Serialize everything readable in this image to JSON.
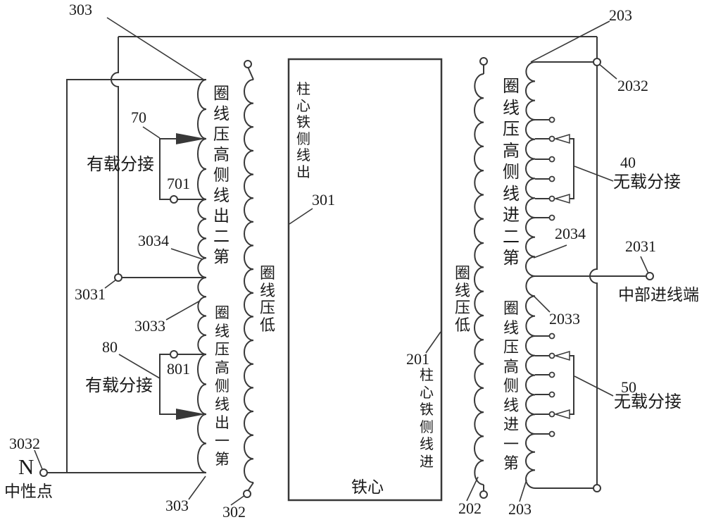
{
  "colors": {
    "line": "#383838",
    "text": "#1a1a1a",
    "background": "#ffffff"
  },
  "left_winding": {
    "ref_top": "303",
    "ref_bottom": "303",
    "second_coil_name": "第二出线侧高压线圈",
    "first_coil_name": "第一出线侧高压线圈",
    "tap_ref_70": "70",
    "tap_terminal_701": "701",
    "onload_tap_upper": "有载分接",
    "section_ref_3034": "3034",
    "mid_node_ref_3031": "3031",
    "section_ref_3033": "3033",
    "tap_ref_80": "80",
    "tap_terminal_801": "801",
    "onload_tap_lower": "有载分接",
    "neutral_ref_3032": "3032",
    "neutral_symbol": "N",
    "neutral_label": "中性点"
  },
  "left_lv": {
    "name": "低压线圈",
    "ref": "302"
  },
  "core": {
    "outlet_limb": "出线侧铁心柱",
    "outlet_limb_ref": "301",
    "inlet_limb": "进线侧铁心柱",
    "inlet_limb_ref": "201",
    "core_label": "铁心"
  },
  "right_lv": {
    "name": "低压线圈",
    "ref": "202"
  },
  "right_winding": {
    "ref_top": "203",
    "ref_bottom": "203",
    "top_node_ref_2032": "2032",
    "second_coil_name": "第二进线侧高压线圈",
    "first_coil_name": "第一进线侧高压线圈",
    "noload_ref_40": "40",
    "noload_tap_upper": "无载分接",
    "section_ref_2034": "2034",
    "mid_terminal_ref_2031": "2031",
    "mid_terminal_label": "中部进线端",
    "section_ref_2033": "2033",
    "noload_ref_50": "50",
    "noload_tap_lower": "无载分接"
  }
}
